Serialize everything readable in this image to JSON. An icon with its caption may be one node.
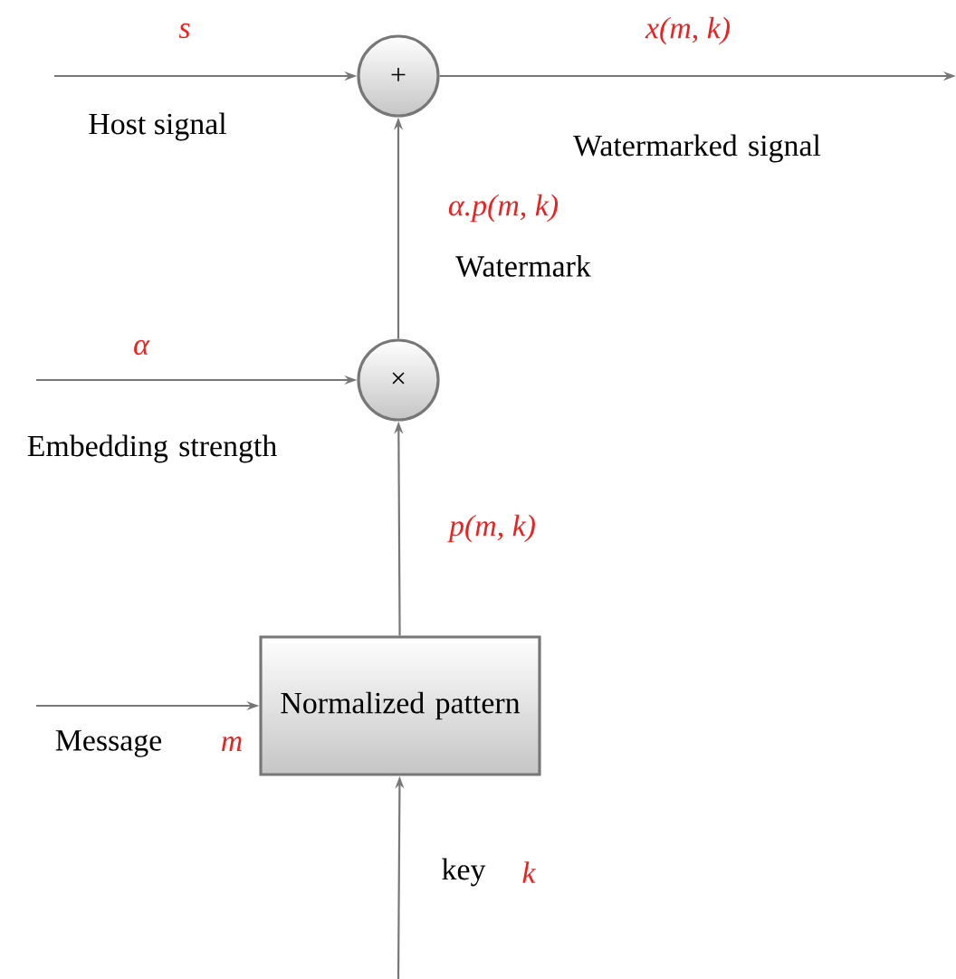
{
  "diagram": {
    "nodes": [
      {
        "text": [
          "+"
        ]
      },
      {
        "text": [
          "×"
        ]
      },
      {
        "text": [
          "Normalized pattern"
        ]
      }
    ],
    "edges": [
      {
        "from": null,
        "to": 0,
        "arrow": "to",
        "label": "s"
      },
      {
        "from": 0,
        "to": null,
        "arrow": "to",
        "label": "x(m, k)"
      },
      {
        "from": 1,
        "to": 0,
        "arrow": "to",
        "label": "α.p(m, k)"
      },
      {
        "from": null,
        "to": 1,
        "arrow": "to",
        "label": "α"
      },
      {
        "from": 2,
        "to": 1,
        "arrow": "to",
        "label": "p(m, k)"
      },
      {
        "from": null,
        "to": 2,
        "arrow": "to",
        "label": "m"
      },
      {
        "from": null,
        "to": 2,
        "arrow": "to",
        "label": "k"
      }
    ],
    "labels": [
      "Host signal",
      "Watermarked signal",
      "Watermark",
      "Embedding strength",
      "Message",
      "key"
    ]
  }
}
